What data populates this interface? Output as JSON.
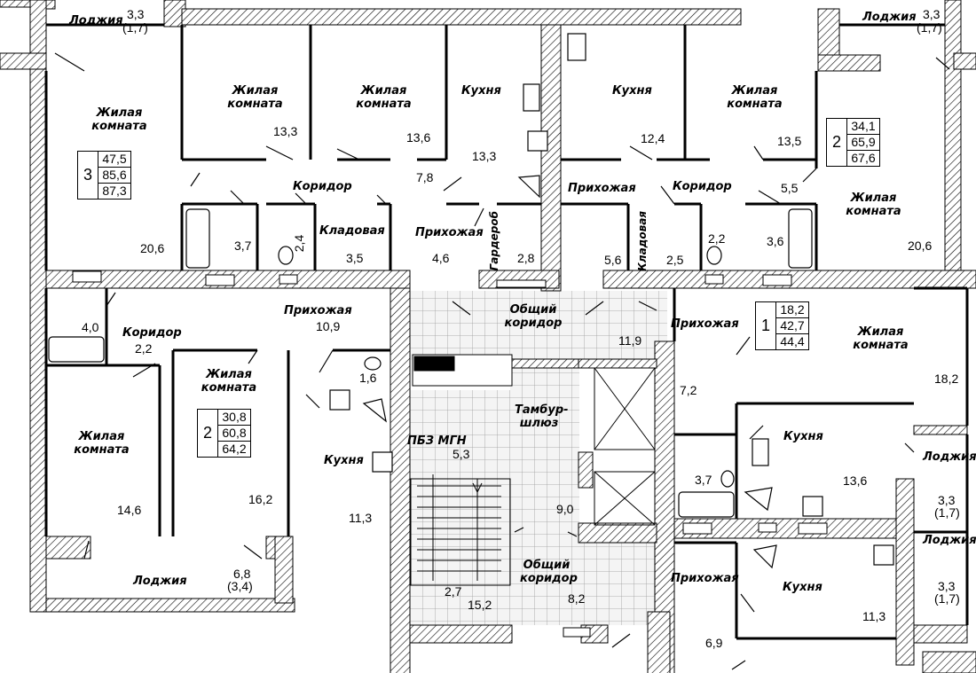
{
  "rooms": {
    "tl_loggia": {
      "label": "Лоджия",
      "area": "3,3",
      "reduced": "(1,7)"
    },
    "tr_loggia": {
      "label": "Лоджия",
      "area": "3,3",
      "reduced": "(1,7)"
    },
    "r_loggia1": {
      "label": "Лоджия",
      "area": "3,3",
      "reduced": "(1,7)"
    },
    "r_loggia2": {
      "label": "Лоджия",
      "area": "3,3",
      "reduced": "(1,7)"
    },
    "bl_loggia": {
      "label": "Лоджия",
      "area": "6,8",
      "reduced": "(3,4)"
    },
    "top_living1": {
      "label": "Жилая комната",
      "area": "13,3"
    },
    "top_living2": {
      "label": "Жилая комната",
      "area": "13,6"
    },
    "top_kitchen1": {
      "label": "Кухня",
      "area": "13,3"
    },
    "top_kitchen2": {
      "label": "Кухня",
      "area": "12,4"
    },
    "top_living3": {
      "label": "Жилая комната",
      "area": "13,5"
    },
    "tl_living": {
      "label": "Жилая комната",
      "area": "20,6"
    },
    "tr_living": {
      "label": "Жилая комната",
      "area": "20,6"
    },
    "tl_corridor": {
      "label": "Коридор",
      "area": "7,8"
    },
    "tr_corridor": {
      "label": "Коридор",
      "area": "5,5"
    },
    "tl_bath": {
      "area": "3,7"
    },
    "tl_wc": {
      "area": "2,4"
    },
    "tl_pantry": {
      "label": "Кладовая",
      "area": "3,5"
    },
    "tl_hall": {
      "label": "Прихожая",
      "area": "4,6"
    },
    "tl_wardrobe": {
      "label": "Гардероб",
      "area": "2,8"
    },
    "tr_hall": {
      "label": "Прихожая",
      "area": "5,6"
    },
    "tr_pantry": {
      "label": "Кладовая",
      "area": "2,5"
    },
    "tr_wc": {
      "area": "2,2"
    },
    "tr_bath": {
      "area": "3,6"
    },
    "common_corridor1": {
      "label": "Общий коридор",
      "area": "11,9"
    },
    "common_corridor2": {
      "label": "Общий коридор",
      "area": "8,2"
    },
    "vestibule": {
      "label": "Тамбур-шлюз",
      "area": "9,0"
    },
    "mgn": {
      "label": "ПБЗ МГН",
      "area": "5,3"
    },
    "stair": {
      "area1": "2,7",
      "area2": "15,2"
    },
    "ml_hall": {
      "label": "Прихожая",
      "area": "10,9"
    },
    "ml_corridor": {
      "label": "Коридор",
      "area": "2,2"
    },
    "ml_bath": {
      "area": "4,0"
    },
    "ml_wc": {
      "area": "1,6"
    },
    "ml_living1": {
      "label": "Жилая комната",
      "area": "14,6"
    },
    "ml_living2": {
      "label": "Жилая комната",
      "area": "16,2"
    },
    "ml_kitchen": {
      "label": "Кухня",
      "area": "11,3"
    },
    "mr_hall": {
      "label": "Прихожая",
      "area": "7,2"
    },
    "mr_living": {
      "label": "Жилая комната",
      "area": "18,2"
    },
    "mr_kitchen": {
      "label": "Кухня",
      "area": "13,6"
    },
    "mr_bath": {
      "area": "3,7"
    },
    "br_hall": {
      "label": "Прихожая",
      "area": "6,9"
    },
    "br_kitchen": {
      "label": "Кухня",
      "area": "11,3"
    }
  },
  "apartments": [
    {
      "rooms": "3",
      "living": "47,5",
      "total": "85,6",
      "with_loggia": "87,3"
    },
    {
      "rooms": "2",
      "living": "34,1",
      "total": "65,9",
      "with_loggia": "67,6"
    },
    {
      "rooms": "2",
      "living": "30,8",
      "total": "60,8",
      "with_loggia": "64,2"
    },
    {
      "rooms": "1",
      "living": "18,2",
      "total": "42,7",
      "with_loggia": "44,4"
    }
  ]
}
